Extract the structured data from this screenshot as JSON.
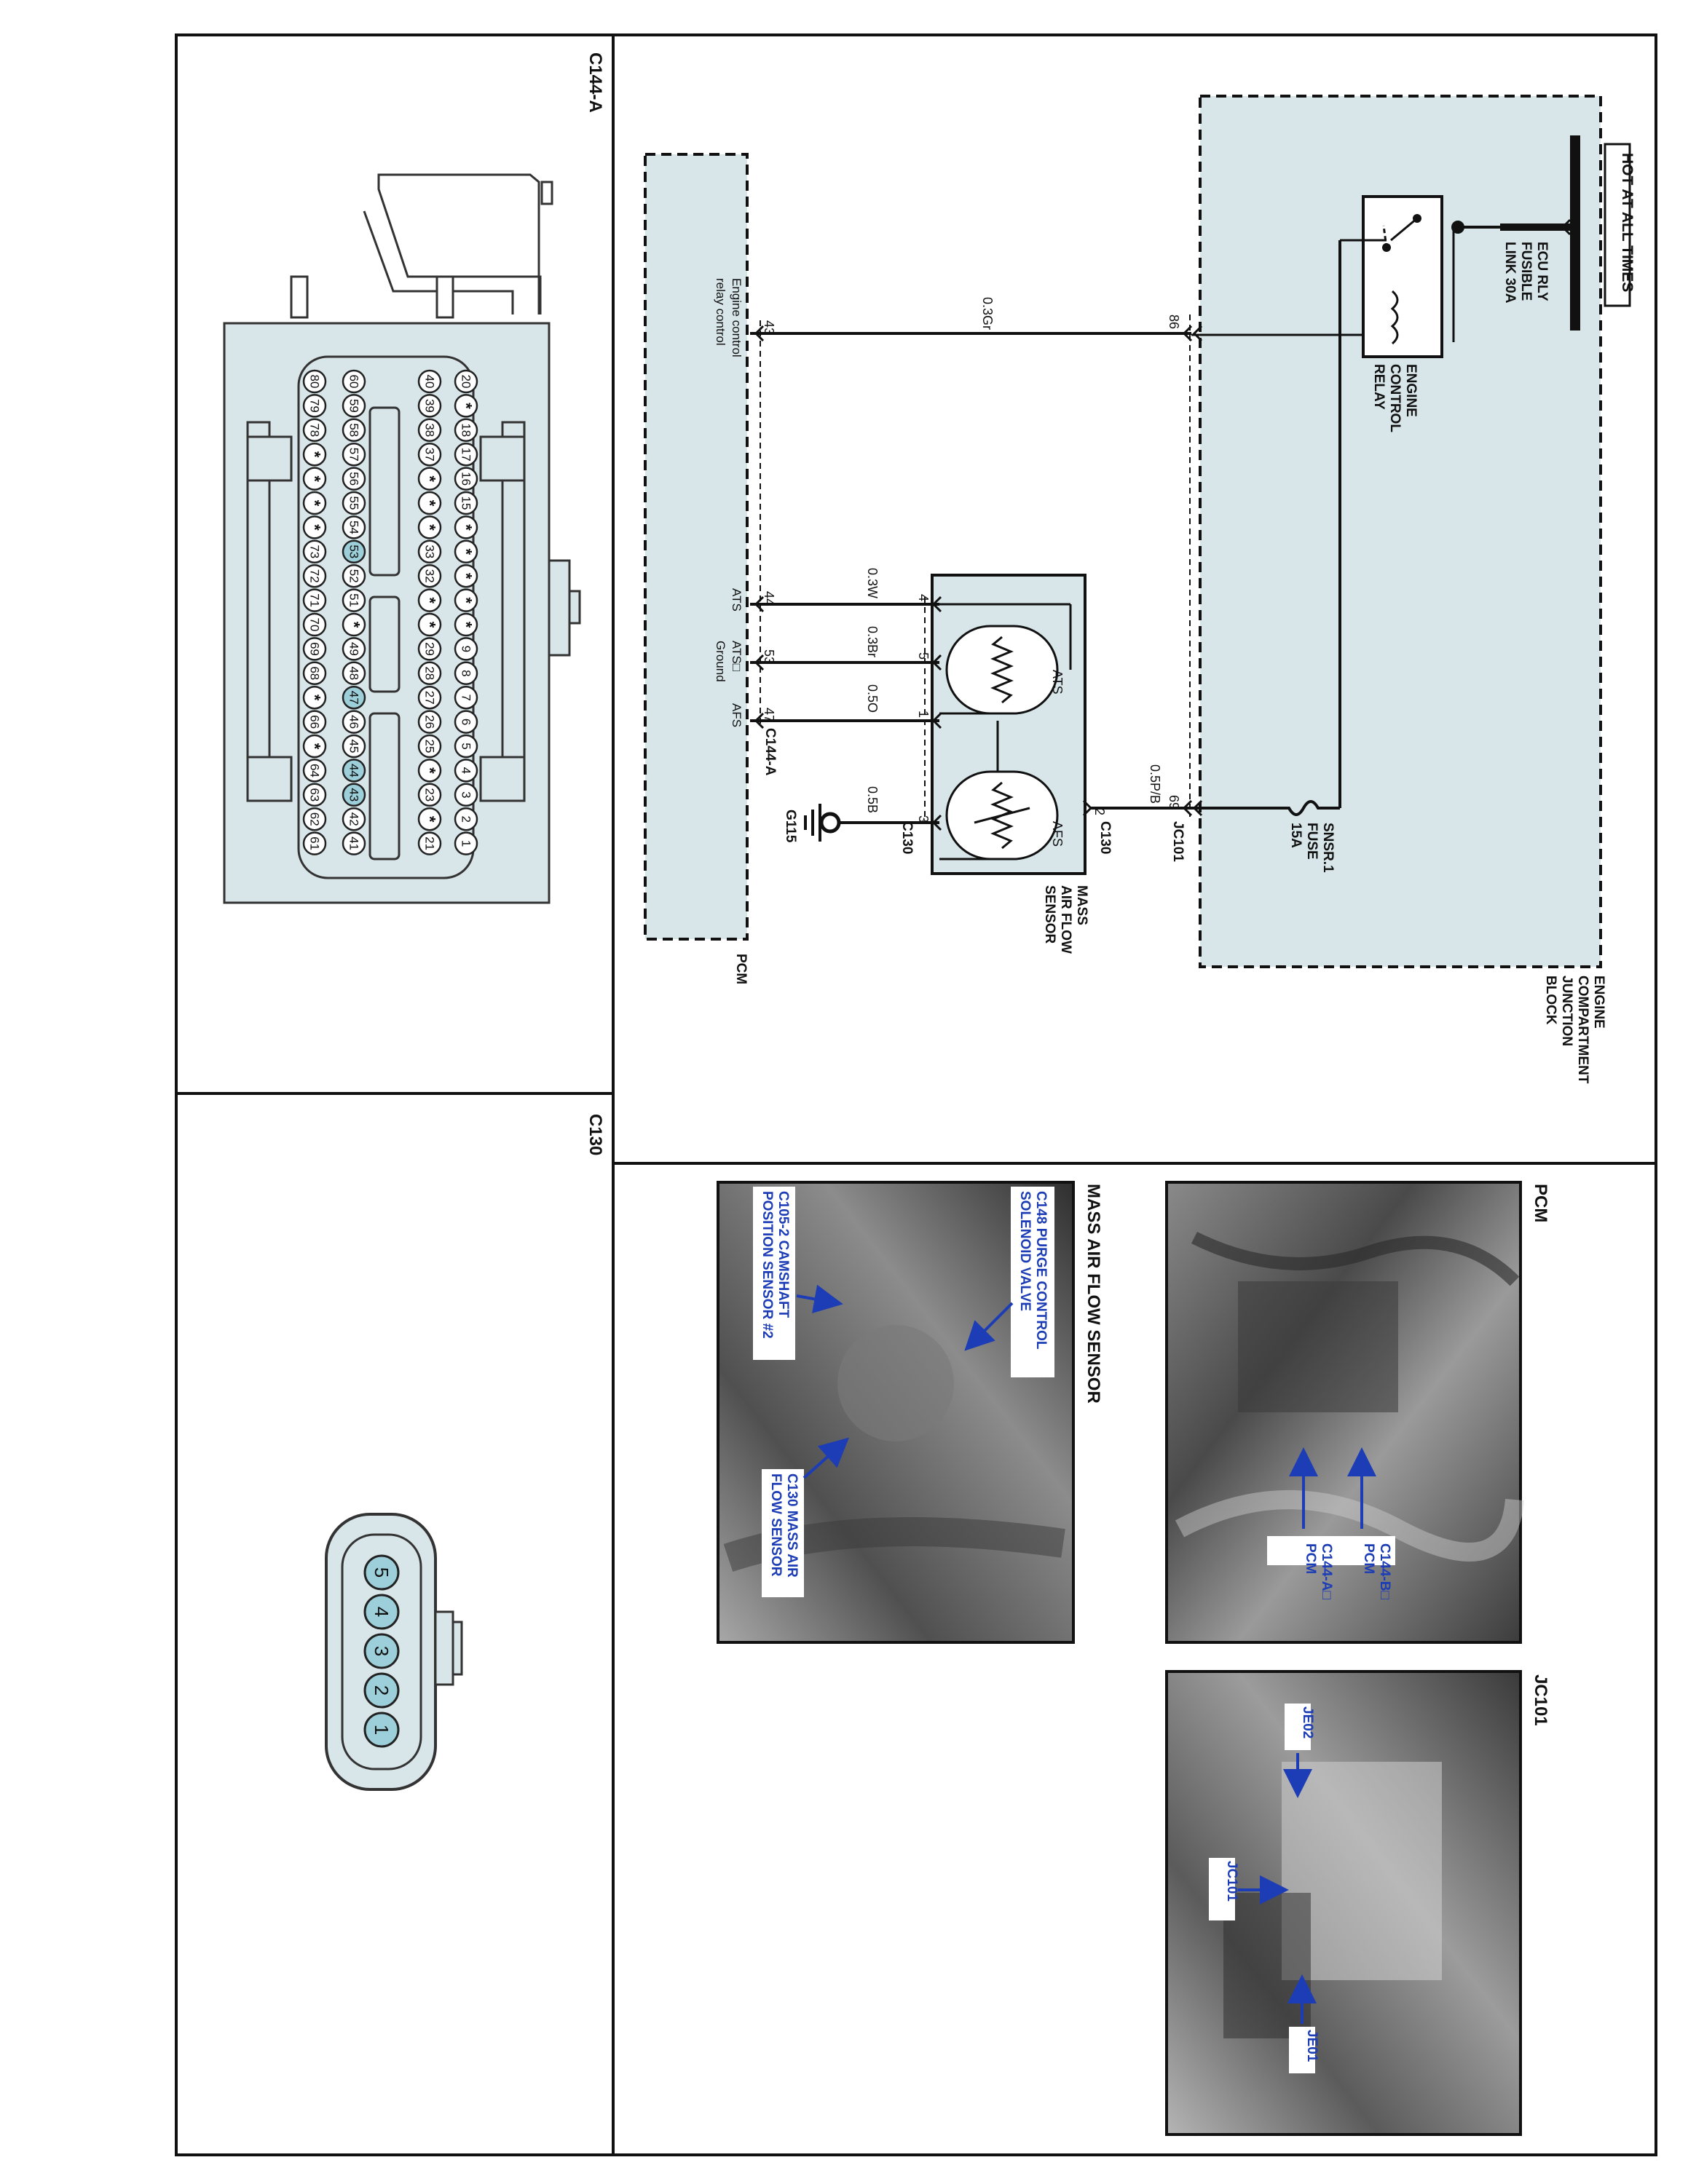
{
  "colors": {
    "border": "#111111",
    "block_fill": "#d8e6ea",
    "pin_highlight": "#9ccfd9",
    "label_blue": "#1c3db5",
    "photo_bg": "#6e6e6e"
  },
  "panels": {
    "c144a_title": "C144-A",
    "c130_title": "C130",
    "pcm_photo_title": "PCM",
    "jc101_photo_title": "JC101",
    "maf_photo_title": "MASS AIR FLOW SENSOR"
  },
  "schematic": {
    "hot_label": "HOT AT ALL TIMES",
    "fusible_link": [
      "ECU RLY",
      "FUSIBLE",
      "LINK 30A"
    ],
    "relay_label": [
      "ENGINE",
      "CONTROL",
      "RELAY"
    ],
    "fuse_label": [
      "SNSR.1",
      "FUSE",
      "15A"
    ],
    "junction_block": [
      "ENGINE",
      "COMPARTMENT",
      "JUNCTION",
      "BLOCK"
    ],
    "jb_pin_86": "86",
    "jb_pin_69": "69",
    "jb_connector": "JC101",
    "wire_86_43": "0.3Gr",
    "wire_69_2": "0.5P/B",
    "sensor_label": [
      "MASS",
      "AIR FLOW",
      "SENSOR"
    ],
    "sensor_ats": "ATS",
    "sensor_afs": "AFS",
    "sensor_pins": [
      "4",
      "5",
      "1",
      "3",
      "2"
    ],
    "sensor_connector": "C130",
    "wires": [
      "0.3W",
      "0.3Br",
      "0.5O",
      "0.5B"
    ],
    "pcm_pins": [
      "43",
      "44",
      "53",
      "47"
    ],
    "pcm_connector": "C144-A",
    "pcm_labels": [
      "ATS",
      "ATS□",
      "Ground",
      "AFS"
    ],
    "pcm_relay_ctrl": [
      "Engine control",
      "relay control"
    ],
    "pcm_label": "PCM",
    "ground_label": "G115"
  },
  "connector_c144a": {
    "row1": [
      "20",
      "*",
      "18",
      "17",
      "16",
      "15",
      "*",
      "*",
      "*",
      "*",
      "*",
      "9",
      "8",
      "7",
      "6",
      "5",
      "4",
      "3",
      "2",
      "1"
    ],
    "row2": [
      "40",
      "39",
      "38",
      "37",
      "*",
      "*",
      "*",
      "33",
      "32",
      "*",
      "*",
      "29",
      "28",
      "27",
      "26",
      "25",
      "*",
      "23",
      "*",
      "21"
    ],
    "row3": [
      "60",
      "59",
      "58",
      "57",
      "56",
      "55",
      "54",
      "53",
      "52",
      "51",
      "*",
      "49",
      "48",
      "47",
      "46",
      "45",
      "44",
      "43",
      "42",
      "41"
    ],
    "row4": [
      "80",
      "79",
      "78",
      "*",
      "*",
      "*",
      "*",
      "73",
      "72",
      "71",
      "70",
      "69",
      "68",
      "*",
      "66",
      "*",
      "64",
      "63",
      "62",
      "61"
    ],
    "highlight": [
      "53",
      "47",
      "44",
      "43"
    ]
  },
  "connector_c130": {
    "pins": [
      "5",
      "4",
      "3",
      "2",
      "1"
    ]
  },
  "photos": {
    "pcm_callouts": [
      "C144-B□",
      "PCM",
      "C144-A□",
      "PCM"
    ],
    "jc101_callouts": [
      "JE02",
      "JC101",
      "JE01"
    ],
    "maf_callouts": [
      "C148 PURGE CONTROL",
      "SOLENOID VALVE",
      "C105-2 CAMSHAFT",
      "POSITION SENSOR #2",
      "C130 MASS AIR",
      "FLOW SENSOR"
    ]
  }
}
